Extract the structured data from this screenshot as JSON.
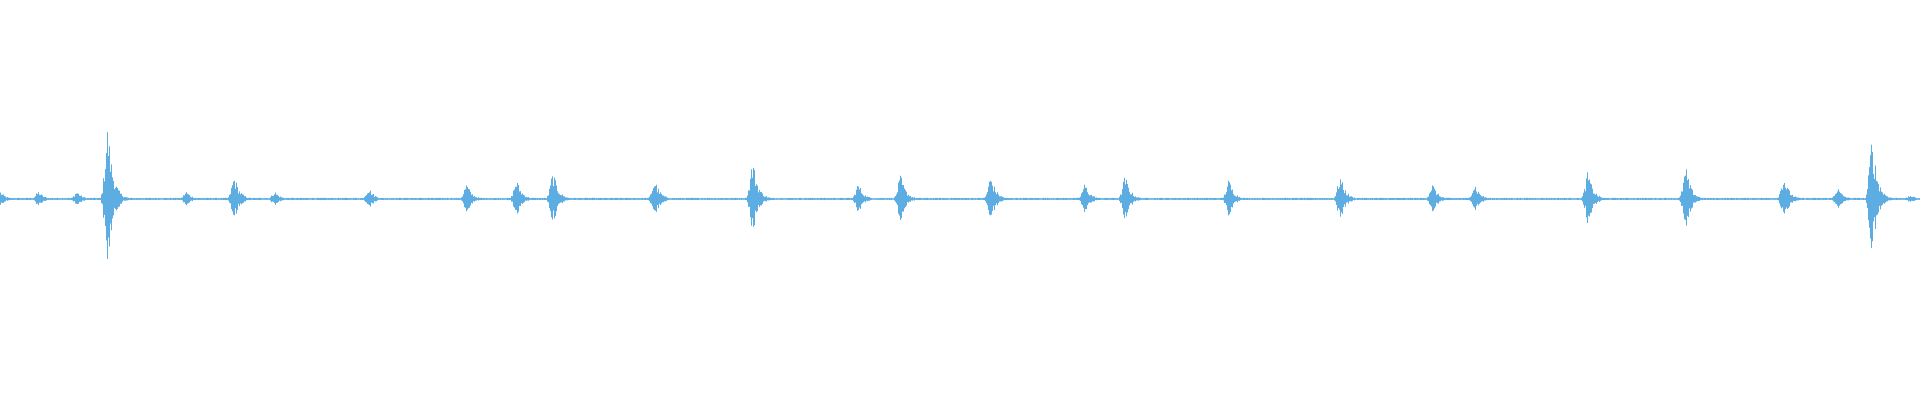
{
  "waveform": {
    "color": "#5DADE2",
    "background": "#ffffff",
    "baseline_amplitude": 0.003,
    "bursts": [
      {
        "t": 0.0,
        "amp": 0.02
      },
      {
        "t": 0.02,
        "amp": 0.02
      },
      {
        "t": 0.04,
        "amp": 0.02
      },
      {
        "t": 0.056,
        "amp": 0.19
      },
      {
        "t": 0.097,
        "amp": 0.02
      },
      {
        "t": 0.122,
        "amp": 0.06
      },
      {
        "t": 0.143,
        "amp": 0.02
      },
      {
        "t": 0.192,
        "amp": 0.03
      },
      {
        "t": 0.243,
        "amp": 0.04
      },
      {
        "t": 0.269,
        "amp": 0.05
      },
      {
        "t": 0.288,
        "amp": 0.07
      },
      {
        "t": 0.341,
        "amp": 0.05
      },
      {
        "t": 0.392,
        "amp": 0.1
      },
      {
        "t": 0.447,
        "amp": 0.04
      },
      {
        "t": 0.469,
        "amp": 0.06
      },
      {
        "t": 0.516,
        "amp": 0.06
      },
      {
        "t": 0.565,
        "amp": 0.04
      },
      {
        "t": 0.586,
        "amp": 0.06
      },
      {
        "t": 0.64,
        "amp": 0.05
      },
      {
        "t": 0.698,
        "amp": 0.06
      },
      {
        "t": 0.746,
        "amp": 0.04
      },
      {
        "t": 0.768,
        "amp": 0.04
      },
      {
        "t": 0.827,
        "amp": 0.07
      },
      {
        "t": 0.878,
        "amp": 0.08
      },
      {
        "t": 0.929,
        "amp": 0.06
      },
      {
        "t": 0.957,
        "amp": 0.03
      },
      {
        "t": 0.975,
        "amp": 0.16
      },
      {
        "t": 0.995,
        "amp": 0.01
      }
    ]
  }
}
